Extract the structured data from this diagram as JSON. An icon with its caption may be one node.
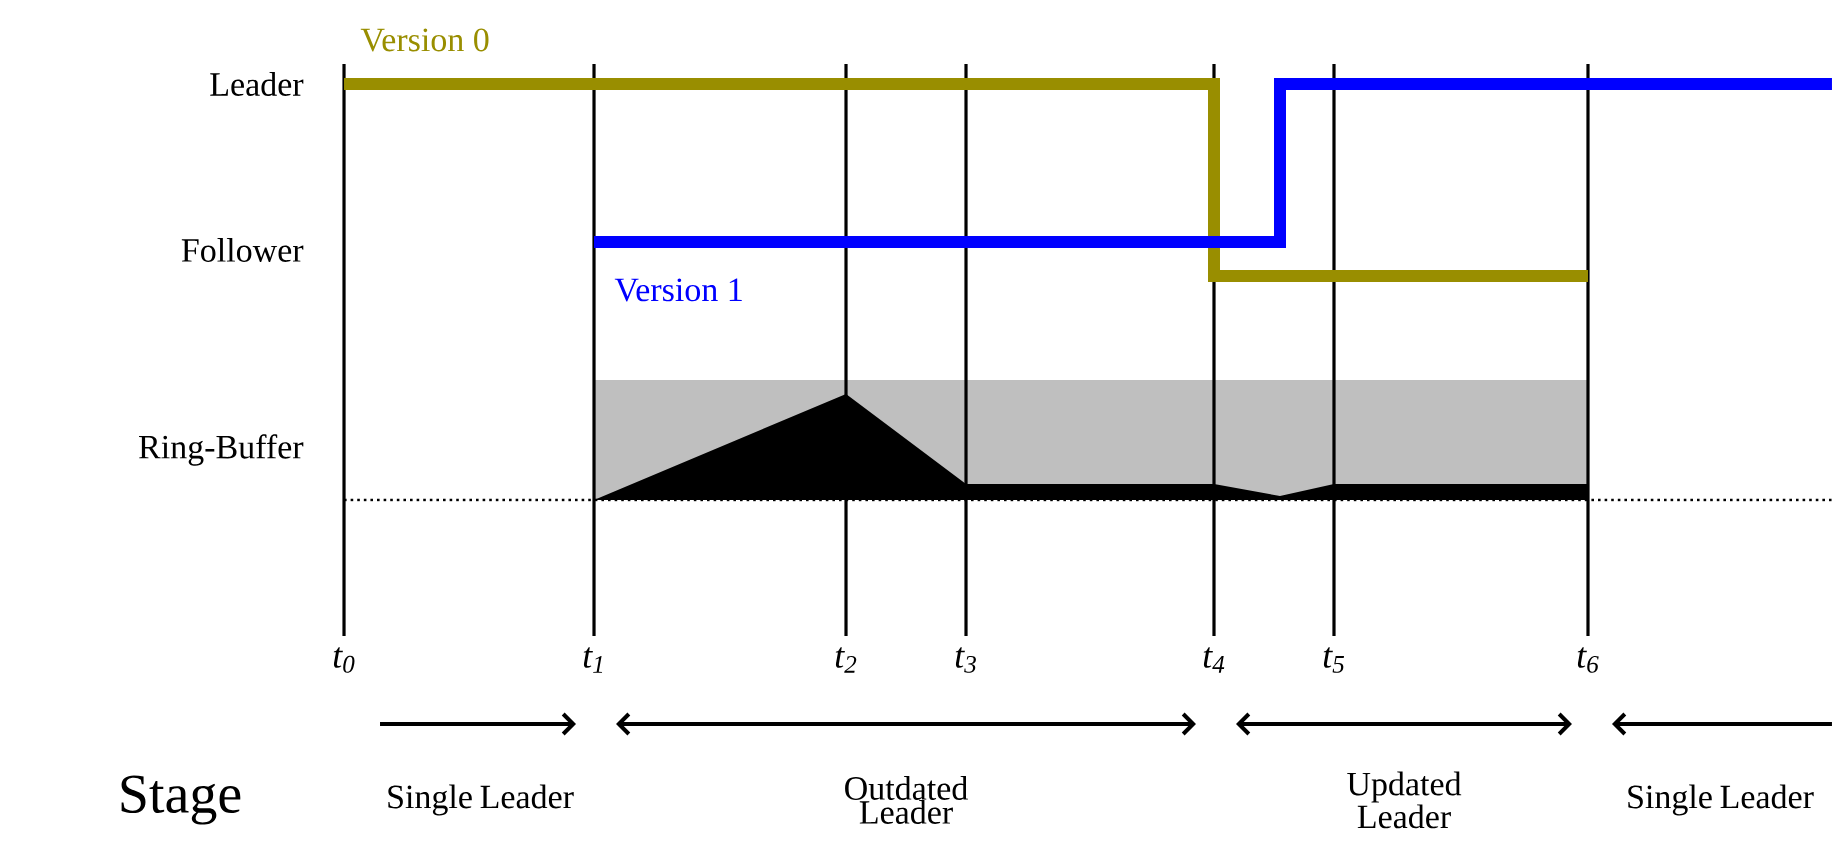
{
  "diagram": {
    "labels": [
      "Leader",
      "Follower",
      "Ring-Buffer",
      "Version 0",
      "Version 1",
      "t$_{0}$",
      "t$_{1}$",
      "t$_{2}$",
      "t$_{3}$",
      "t$_{4}$",
      "t$_{5}$",
      "t$_{6}$",
      "Stage",
      "Single Leader",
      "Outdated Leader",
      "Updated Leader",
      "Single Leader"
    ]
  }
}
